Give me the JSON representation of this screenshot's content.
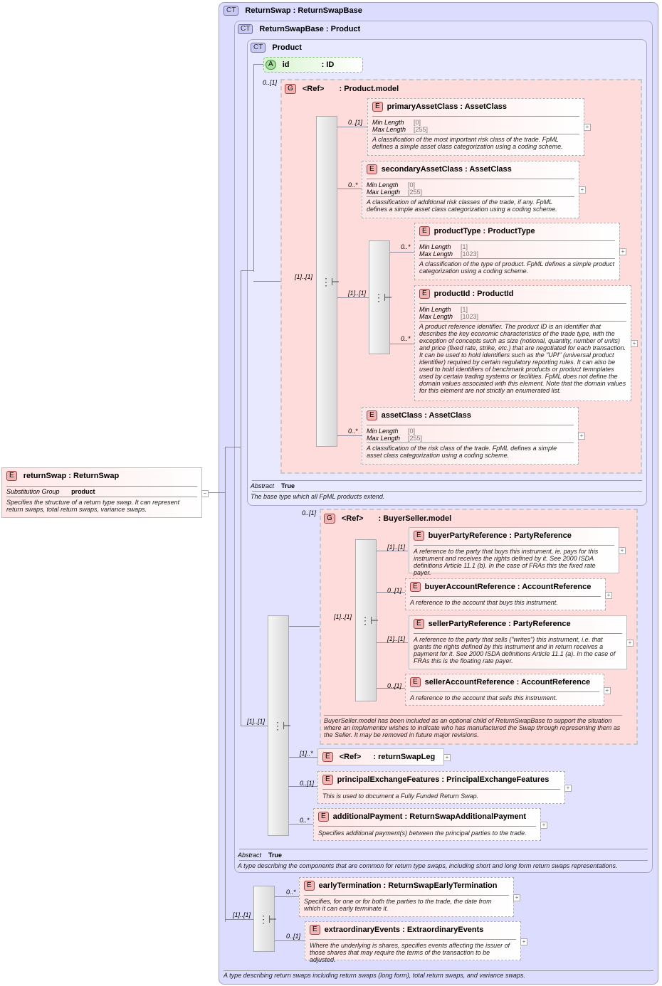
{
  "returnSwapBase_ct": {
    "badge": "CT",
    "title": "ReturnSwap : ReturnSwapBase"
  },
  "root_element": {
    "badge": "E",
    "title": "returnSwap : ReturnSwap",
    "subst_label": "Substitution Group",
    "subst_value": "product",
    "doc": "Specifies the structure of a return type swap. It can represent return swaps, total return swaps, variance swaps."
  },
  "ct_returnswapbase": {
    "badge": "CT",
    "title": "ReturnSwapBase : Product"
  },
  "ct_product": {
    "badge": "CT",
    "title": "Product"
  },
  "attr_id": {
    "badge": "A",
    "name": "id",
    "type": ": ID"
  },
  "group_product": {
    "badge": "G",
    "ref": "<Ref>",
    "type": ": Product.model"
  },
  "el_primaryAssetClass": {
    "badge": "E",
    "title": "primaryAssetClass : AssetClass",
    "min_label": "Min Length",
    "min_val": "[0]",
    "max_label": "Max Length",
    "max_val": "[255]",
    "doc": "A classification of the most important risk class of the trade. FpML defines a simple asset class categorization using a coding scheme."
  },
  "el_secondaryAssetClass": {
    "badge": "E",
    "title": "secondaryAssetClass : AssetClass",
    "min_label": "Min Length",
    "min_val": "[0]",
    "max_label": "Max Length",
    "max_val": "[255]",
    "doc": "A classification of additional risk classes of the trade, if any. FpML defines a simple asset class categorization using a coding scheme."
  },
  "el_productType": {
    "badge": "E",
    "title": "productType : ProductType",
    "min_label": "Min Length",
    "min_val": "[1]",
    "max_label": "Max Length",
    "max_val": "[1023]",
    "doc": "A classification of the type of product. FpML defines a simple product categorization using a coding scheme."
  },
  "el_productId": {
    "badge": "E",
    "title": "productId : ProductId",
    "min_label": "Min Length",
    "min_val": "[1]",
    "max_label": "Max Length",
    "max_val": "[1023]",
    "doc": "A product reference identifier. The product ID is an identifier that describes the key economic characteristics of the trade type, with the exception of concepts such as size (notional, quantity, number of units) and price (fixed rate, strike, etc.) that are negotiated for each transaction. It can be used to hold identifiers such as the \"UPI\" (universal product identifier) required by certain regulatory reporting rules. It can also be used to hold identifiers of benchmark products or product temnplates used by certain trading systems or facilities. FpML does not define the domain values associated with this element. Note that the domain values for this element are not strictly an enumerated list."
  },
  "el_assetClass": {
    "badge": "E",
    "title": "assetClass : AssetClass",
    "min_label": "Min Length",
    "min_val": "[0]",
    "max_label": "Max Length",
    "max_val": "[255]",
    "doc": "A classification of the risk class of the trade. FpML defines a simple asset class categorization using a coding scheme."
  },
  "product_abstract": {
    "label": "Abstract",
    "value": "True",
    "doc": "The base type which all FpML products extend."
  },
  "group_buyerseller": {
    "badge": "G",
    "ref": "<Ref>",
    "type": ": BuyerSeller.model",
    "doc": "BuyerSeller.model has been included as an optional child of ReturnSwapBase to support the situation where an implementor wishes to indicate who has manufactured the Swap through representing them as the Seller. It may be removed in future major revisions."
  },
  "el_buyerPartyReference": {
    "badge": "E",
    "title": "buyerPartyReference : PartyReference",
    "doc": "A reference to the party that buys this instrument, ie. pays for this instrument and receives the rights defined by it. See 2000 ISDA definitions Article 11.1 (b). In the case of FRAs this the fixed rate payer."
  },
  "el_buyerAccountReference": {
    "badge": "E",
    "title": "buyerAccountReference : AccountReference",
    "doc": "A reference to the account that buys this instrument."
  },
  "el_sellerPartyReference": {
    "badge": "E",
    "title": "sellerPartyReference : PartyReference",
    "doc": "A reference to the party that sells (\"writes\") this instrument, i.e. that grants the rights defined by this instrument and in return receives a payment for it. See 2000 ISDA definitions Article 11.1 (a). In the case of FRAs this is the floating rate payer."
  },
  "el_sellerAccountReference": {
    "badge": "E",
    "title": "sellerAccountReference : AccountReference",
    "doc": "A reference to the account that sells this instrument."
  },
  "el_returnSwapLeg": {
    "badge": "E",
    "ref": "<Ref>",
    "type": ": returnSwapLeg"
  },
  "el_principalExchangeFeatures": {
    "badge": "E",
    "title": "principalExchangeFeatures : PrincipalExchangeFeatures",
    "doc": "This is used to document a Fully Funded Return Swap."
  },
  "el_additionalPayment": {
    "badge": "E",
    "title": "additionalPayment : ReturnSwapAdditionalPayment",
    "doc": "Specifies additional payment(s) between the principal parties to the trade."
  },
  "rsb_abstract": {
    "label": "Abstract",
    "value": "True",
    "doc": "A type describing the components that are common for return type swaps, including short and long form return swaps representations."
  },
  "el_earlyTermination": {
    "badge": "E",
    "title": "earlyTermination : ReturnSwapEarlyTermination",
    "doc": "Specifies, for one or for both the parties to the trade, the date from which it can early terminate it."
  },
  "el_extraordinaryEvents": {
    "badge": "E",
    "title": "extraordinaryEvents : ExtraordinaryEvents",
    "doc": "Where the underlying is shares, specifies events affecting the issuer of those shares that may require the terms of the transaction to be adjusted."
  },
  "returnswap_doc": "A type describing return swaps including return swaps (long form), total return swaps, and variance swaps.",
  "cards": {
    "c_id": "0..[1]",
    "c_prodseq": "[1]..[1]",
    "c_primary": "0..[1]",
    "c_secondary": "0..*",
    "c_prodchoice": "[1]..[1]",
    "c_productType": "0..*",
    "c_productId": "0..*",
    "c_assetClass": "0..*",
    "c_bsgroup": "0..[1]",
    "c_bsseq": "[1]..[1]",
    "c_buyerParty": "[1]..[1]",
    "c_buyerAcct": "0..[1]",
    "c_sellerParty": "[1]..[1]",
    "c_sellerAcct": "0..[1]",
    "c_rsbseq": "[1]..[1]",
    "c_leg": "[1]..*",
    "c_principal": "0..[1]",
    "c_additional": "0..*",
    "c_rsseq": "[1]..[1]",
    "c_early": "0..*",
    "c_extra": "0..[1]"
  },
  "icons": {
    "expand": "plus-icon",
    "collapse": "minus-icon",
    "sequence": "sequence-icon"
  }
}
